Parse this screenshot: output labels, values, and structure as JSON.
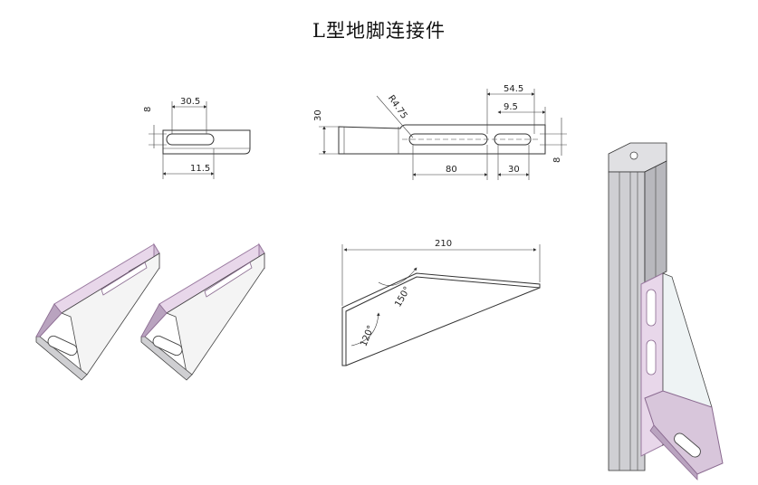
{
  "title": "L型地脚连接件",
  "dimensions": {
    "left_view": {
      "slot_width": "30.5",
      "height": "8",
      "offset": "11.5"
    },
    "right_view": {
      "height": "30",
      "radius": "R4.75",
      "total": "54.5",
      "edge": "9.5",
      "slot_len": "80",
      "slot_short": "30",
      "right_height": "8"
    },
    "angle_view": {
      "length": "210",
      "angle_top": "150°",
      "angle_bottom": "120°"
    }
  },
  "colors": {
    "plate": "#e8d7ea",
    "plate_edge": "#9a7aa0",
    "profile": "#d9d9dc",
    "profile_dark": "#8a8a90",
    "glass": "#eef3f4"
  }
}
